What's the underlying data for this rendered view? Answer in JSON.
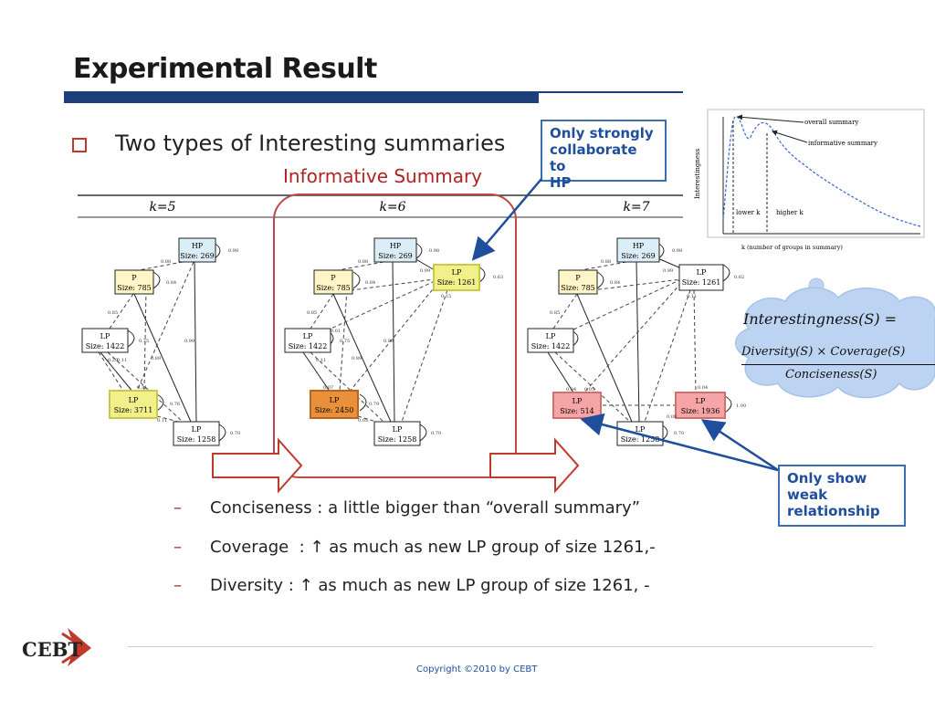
{
  "slide": {
    "title": "Experimental Result",
    "bullet": "Two types of Interesting summaries",
    "subheading": "Informative Summary",
    "k_labels": [
      "k=5",
      "k=6",
      "k=7"
    ],
    "callout_top": [
      "Only strongly",
      "collaborate to",
      "HP"
    ],
    "callout_bottom": [
      "Only show",
      "weak",
      "relationship"
    ],
    "sub_items": [
      "Conciseness : a little bigger than “overall summary”",
      "Coverage  : ↑ as much as new LP group of size 1261,-",
      "Diversity : ↑ as much as new LP group of size 1261, -"
    ],
    "copyright": "Copyright ©2010 by CEBT",
    "logo_text": "CEBT"
  },
  "formula": {
    "lhs": "Interestingness(S) =",
    "numerator": "Diversity(S) × Coverage(S)",
    "denominator": "Conciseness(S)"
  },
  "inset": {
    "ylabel": "Interestingness",
    "xlabel": "k (number of groups in summary)",
    "label_overall": "overall summary",
    "label_informative": "informative summary",
    "label_lower": "lower k",
    "label_higher": "higher k"
  },
  "graphs": [
    {
      "nodes": [
        {
          "id": "hp",
          "name": "HP",
          "size": "Size: 269",
          "fill": "#dbeef7"
        },
        {
          "id": "p",
          "name": "P",
          "size": "Size: 785",
          "fill": "#fff6c7"
        },
        {
          "id": "lp1",
          "name": "LP",
          "size": "Size: 1422",
          "fill": "#ffffff"
        },
        {
          "id": "lp2",
          "name": "LP",
          "size": "Size: 3711",
          "fill": "#f2f08a"
        },
        {
          "id": "lp3",
          "name": "LP",
          "size": "Size: 1258",
          "fill": "#ffffff"
        }
      ],
      "weights": [
        "0.98",
        "0.88",
        "0.84",
        "0.85",
        "0.75",
        "0.99",
        "0.11",
        "0.89",
        "0.31",
        "0.76",
        "0.11",
        "0.70",
        "0.29"
      ]
    },
    {
      "nodes": [
        {
          "id": "hp",
          "name": "HP",
          "size": "Size: 269",
          "fill": "#dbeef7"
        },
        {
          "id": "p",
          "name": "P",
          "size": "Size: 785",
          "fill": "#fff6c7"
        },
        {
          "id": "lpnew",
          "name": "LP",
          "size": "Size: 1261",
          "fill": "#f2f08a"
        },
        {
          "id": "lp1",
          "name": "LP",
          "size": "Size: 1422",
          "fill": "#ffffff"
        },
        {
          "id": "lp2",
          "name": "LP",
          "size": "Size: 2450",
          "fill": "#e8903a"
        },
        {
          "id": "lp3",
          "name": "LP",
          "size": "Size: 1258",
          "fill": "#ffffff"
        }
      ],
      "weights": [
        "0.98",
        "0.88",
        "0.99",
        "0.63",
        "0.84",
        "0.15",
        "0.85",
        "0.01",
        "0.75",
        "0.99",
        "0.11",
        "0.89",
        "0.07",
        "0.79",
        "0.05",
        "0.70"
      ]
    },
    {
      "nodes": [
        {
          "id": "hp",
          "name": "HP",
          "size": "Size: 269",
          "fill": "#dbeef7"
        },
        {
          "id": "p",
          "name": "P",
          "size": "Size: 785",
          "fill": "#fff6c7"
        },
        {
          "id": "lpnew",
          "name": "LP",
          "size": "Size: 1261",
          "fill": "#ffffff"
        },
        {
          "id": "lp1",
          "name": "LP",
          "size": "Size: 1422",
          "fill": "#ffffff"
        },
        {
          "id": "lp2",
          "name": "LP",
          "size": "Size: 514",
          "fill": "#f5a5a5"
        },
        {
          "id": "lp4",
          "name": "LP",
          "size": "Size: 1936",
          "fill": "#f5a5a5"
        },
        {
          "id": "lp3",
          "name": "LP",
          "size": "Size: 1258",
          "fill": "#ffffff"
        }
      ],
      "weights": [
        "0.98",
        "0.88",
        "0.99",
        "0.62",
        "0.84",
        "0.11",
        "0.85",
        "0.04",
        "0.04",
        "0.05",
        "0.08",
        "1.00",
        "0.70"
      ]
    }
  ],
  "colors": {
    "title_bar": "#1f3f7a",
    "accent_red": "#b22222",
    "callout_blue": "#1f4e9c",
    "arrow_red": "#c0392b",
    "cloud": "#bcd4f2"
  }
}
